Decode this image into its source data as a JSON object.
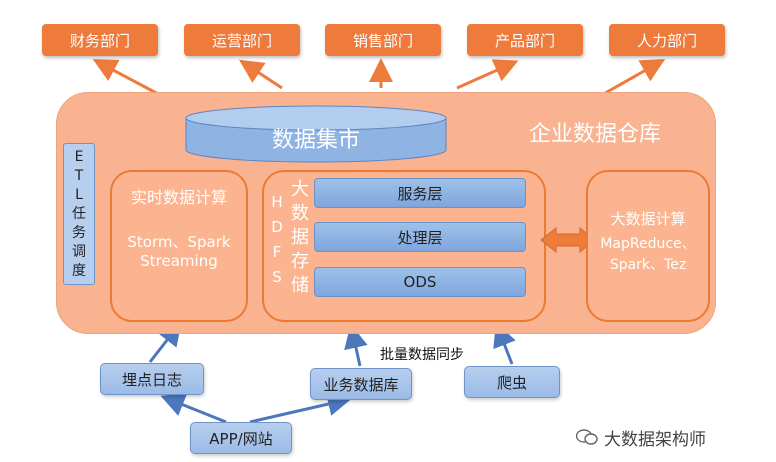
{
  "departments": [
    "财务部门",
    "运营部门",
    "销售部门",
    "产品部门",
    "人力部门"
  ],
  "warehouse_title": "企业数据仓库",
  "data_mart": "数据集市",
  "etl_label": [
    "E",
    "T",
    "L",
    "任",
    "务",
    "调",
    "度"
  ],
  "realtime": {
    "title": "实时数据计算",
    "tech_line1": "Storm、Spark",
    "tech_line2": "Streaming"
  },
  "storage": {
    "vertical_hdfs": [
      "H",
      "D",
      "F",
      "S"
    ],
    "vertical_title": [
      "大",
      "数",
      "据",
      "存",
      "储"
    ],
    "layers": [
      "服务层",
      "处理层",
      "ODS"
    ]
  },
  "bigcompute": {
    "title": "大数据计算",
    "tech_line1": "MapReduce、",
    "tech_line2": "Spark、Tez"
  },
  "sources": {
    "tracking_log": "埋点日志",
    "business_db": "业务数据库",
    "crawler": "爬虫",
    "app_web": "APP/网站"
  },
  "batch_sync": "批量数据同步",
  "watermark": "大数据架构师",
  "colors": {
    "orange": "#ee7a3b",
    "panel": "#fbb48f",
    "blue": "#8fb3e3"
  }
}
